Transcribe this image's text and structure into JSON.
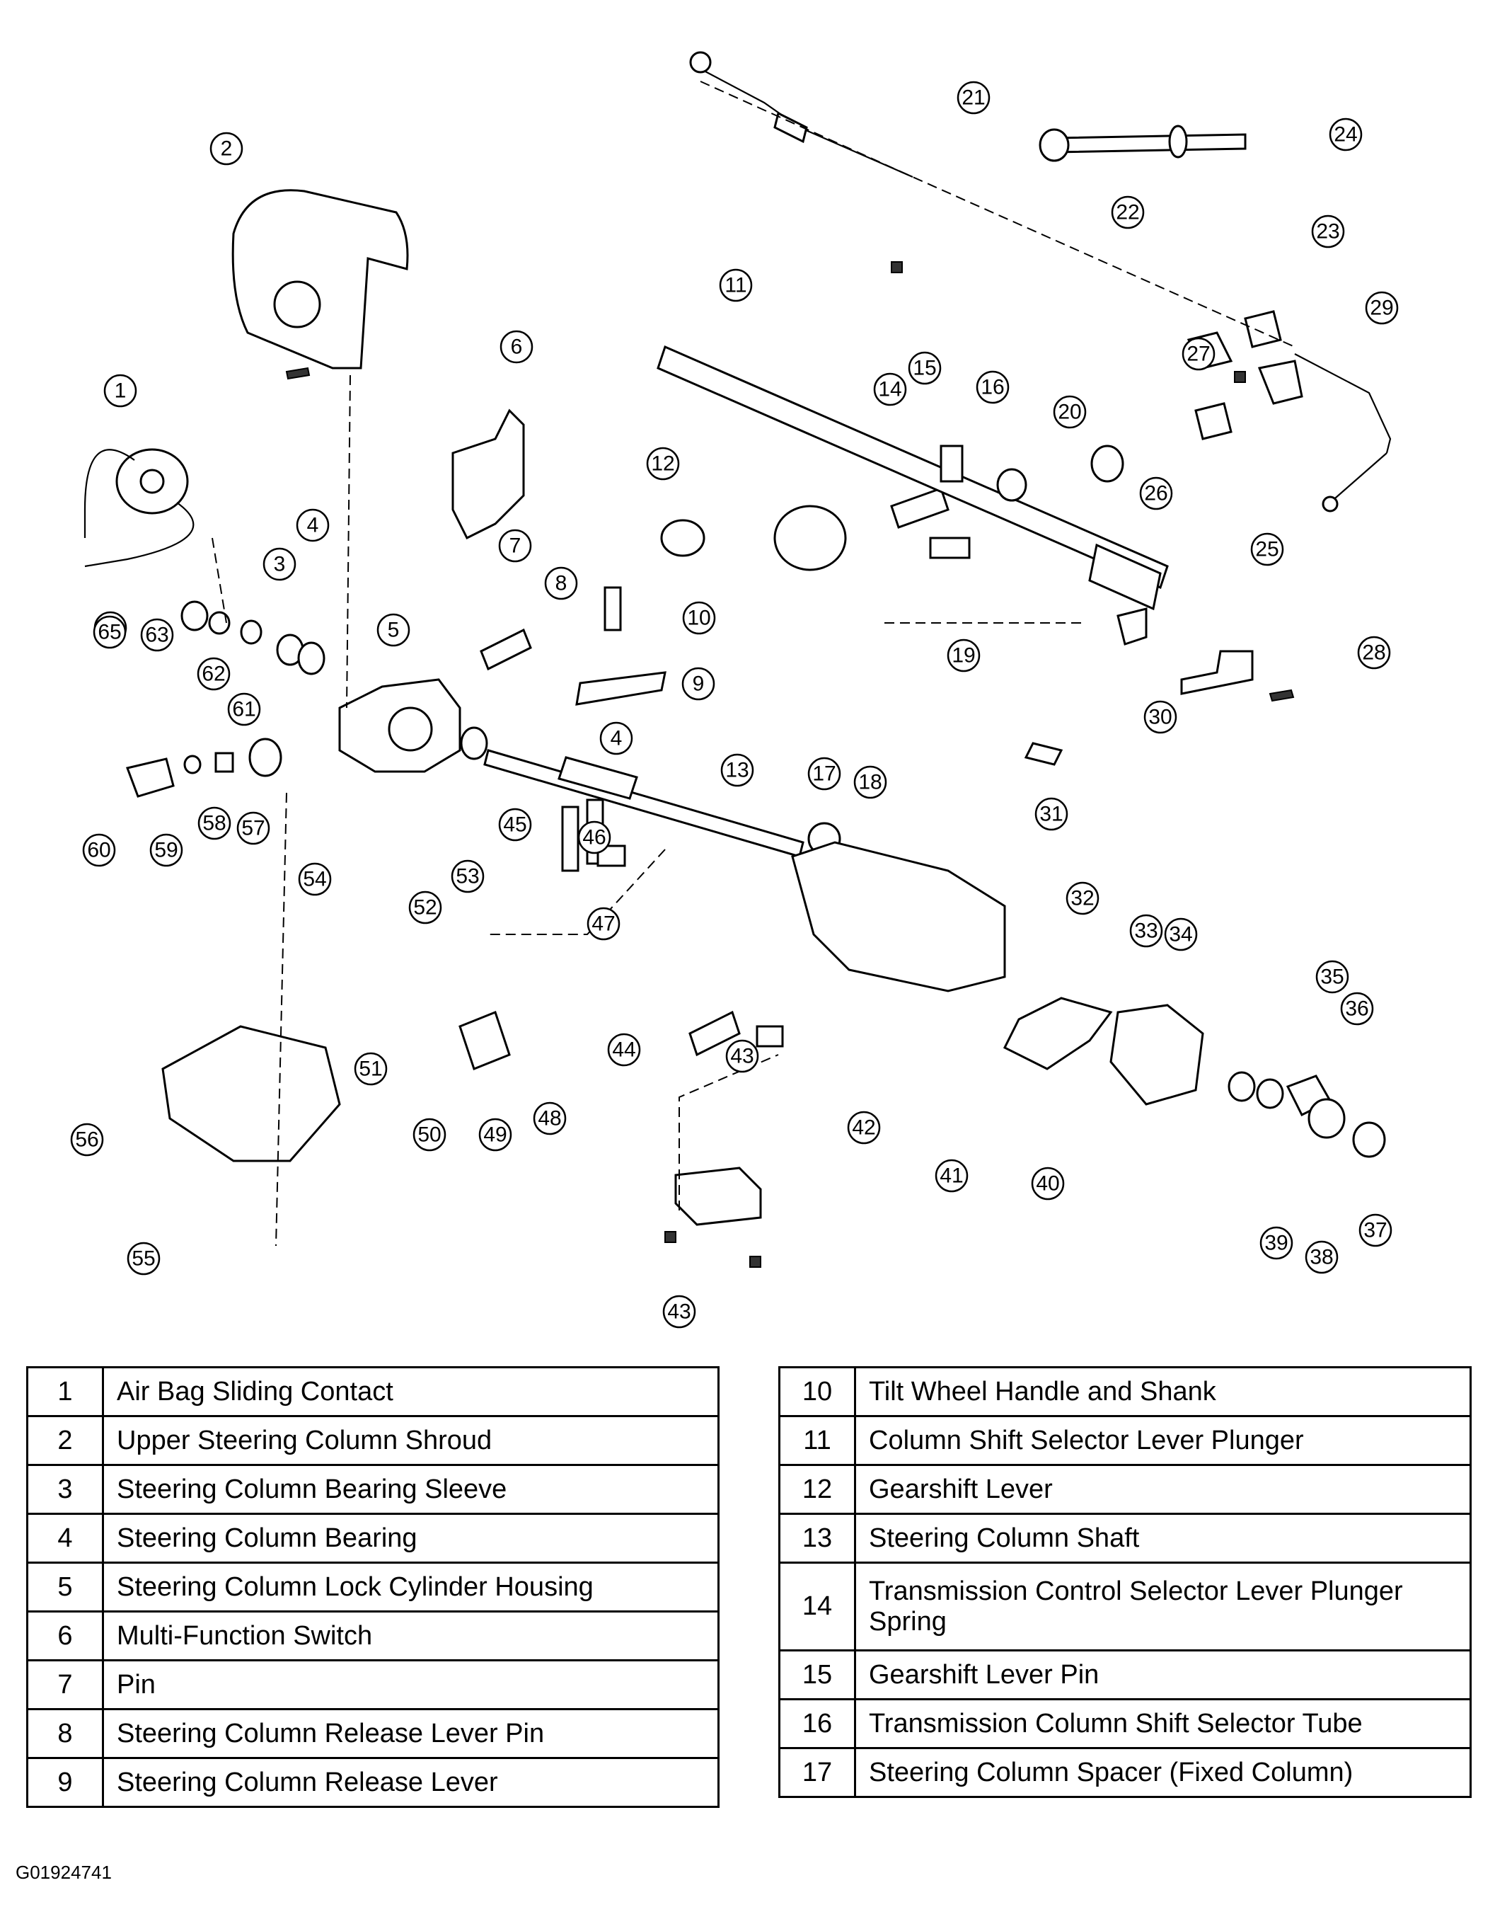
{
  "figure_id": "G01924741",
  "callouts": [
    "1",
    "2",
    "3",
    "4",
    "4",
    "5",
    "6",
    "7",
    "8",
    "9",
    "10",
    "11",
    "12",
    "13",
    "14",
    "15",
    "16",
    "17",
    "18",
    "19",
    "20",
    "21",
    "22",
    "23",
    "24",
    "25",
    "26",
    "27",
    "28",
    "29",
    "30",
    "31",
    "32",
    "33",
    "34",
    "35",
    "36",
    "37",
    "38",
    "39",
    "40",
    "41",
    "42",
    "43",
    "43",
    "44",
    "45",
    "46",
    "47",
    "48",
    "49",
    "50",
    "51",
    "52",
    "53",
    "54",
    "55",
    "56",
    "57",
    "58",
    "59",
    "60",
    "61",
    "62",
    "63",
    "64",
    "65"
  ],
  "legend_left": [
    {
      "num": "1",
      "label": "Air Bag Sliding Contact"
    },
    {
      "num": "2",
      "label": "Upper Steering Column Shroud"
    },
    {
      "num": "3",
      "label": "Steering Column Bearing Sleeve"
    },
    {
      "num": "4",
      "label": "Steering Column Bearing"
    },
    {
      "num": "5",
      "label": "Steering Column Lock Cylinder Housing"
    },
    {
      "num": "6",
      "label": "Multi-Function Switch"
    },
    {
      "num": "7",
      "label": "Pin"
    },
    {
      "num": "8",
      "label": "Steering Column Release Lever Pin"
    },
    {
      "num": "9",
      "label": "Steering Column Release Lever"
    }
  ],
  "legend_right": [
    {
      "num": "10",
      "label": "Tilt Wheel Handle and Shank"
    },
    {
      "num": "11",
      "label": "Column Shift Selector Lever Plunger"
    },
    {
      "num": "12",
      "label": "Gearshift Lever"
    },
    {
      "num": "13",
      "label": "Steering Column Shaft"
    },
    {
      "num": "14",
      "label": "Transmission Control Selector Lever Plunger Spring"
    },
    {
      "num": "15",
      "label": "Gearshift Lever Pin"
    },
    {
      "num": "16",
      "label": "Transmission Column Shift Selector Tube"
    },
    {
      "num": "17",
      "label": "Steering Column Spacer (Fixed Column)"
    }
  ]
}
